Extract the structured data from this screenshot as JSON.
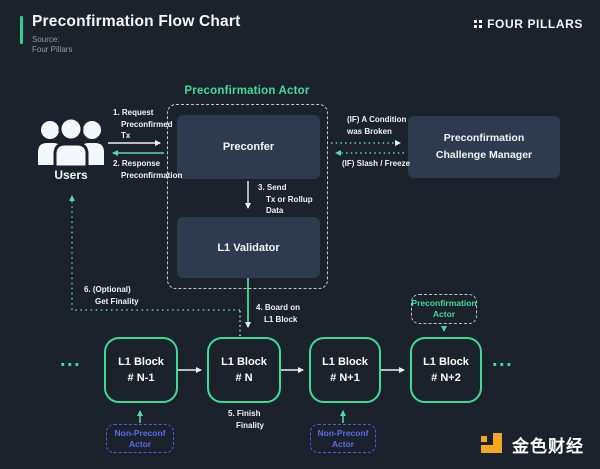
{
  "header": {
    "title": "Preconfirmation Flow Chart",
    "source_label": "Source:",
    "source_value": "Four Pillars",
    "brand": "FOUR PILLARS"
  },
  "diagram": {
    "actor_group_label": "Preconfirmation Actor",
    "preconfer_label": "Preconfer",
    "validator_label": "L1 Validator",
    "challenge_manager": {
      "line1": "Preconfirmation",
      "line2": "Challenge Manager"
    },
    "users_label": "Users",
    "labels": {
      "request": [
        "1. Request",
        "Preconfirmed",
        "Tx"
      ],
      "response": [
        "2. Response",
        "Preconfirmation"
      ],
      "condition": [
        "(IF) A Condition",
        "was Broken"
      ],
      "slash": "(IF) Slash / Freeze",
      "send": [
        "3. Send",
        "Tx or Rollup",
        "Data"
      ],
      "board": [
        "4. Board on",
        "L1 Block"
      ],
      "finish": [
        "5. Finish",
        "Finality"
      ],
      "optional": [
        "6. (Optional)",
        "Get Finality"
      ]
    },
    "blocks": [
      {
        "line1": "L1 Block",
        "line2": "# N-1"
      },
      {
        "line1": "L1 Block",
        "line2": "# N"
      },
      {
        "line1": "L1 Block",
        "line2": "# N+1"
      },
      {
        "line1": "L1 Block",
        "line2": "# N+2"
      }
    ],
    "ellipsis": "...",
    "non_preconf_actor": {
      "line1": "Non-Preconf",
      "line2": "Actor"
    },
    "preconf_actor_tag": {
      "line1": "Preconfirmation",
      "line2": "Actor"
    }
  },
  "footer": {
    "brand_cn": "金色财经"
  },
  "colors": {
    "background": "#1b222b",
    "accent_green": "#3ddc97",
    "teal_arrow": "#52d8b2",
    "box_slate": "#2e3b4e",
    "blue_actor": "#5b6af0",
    "brand_orange": "#f5a623",
    "white_text": "#f2f5f7"
  }
}
